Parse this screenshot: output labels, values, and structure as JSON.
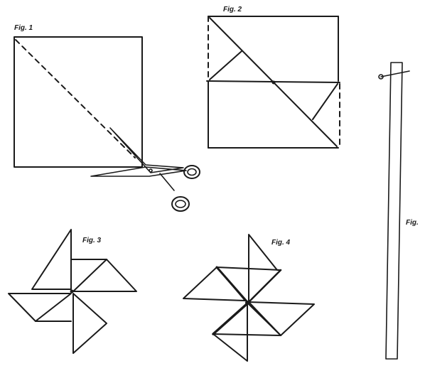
{
  "figures": {
    "fig1": {
      "label": "Fig. 1"
    },
    "fig2": {
      "label": "Fig. 2"
    },
    "fig3": {
      "label": "Fig. 3"
    },
    "fig4": {
      "label": "Fig. 4"
    },
    "fig5": {
      "label": "Fig."
    }
  },
  "ink_color": "#1a1a1a",
  "paper_color": "#ffffff"
}
